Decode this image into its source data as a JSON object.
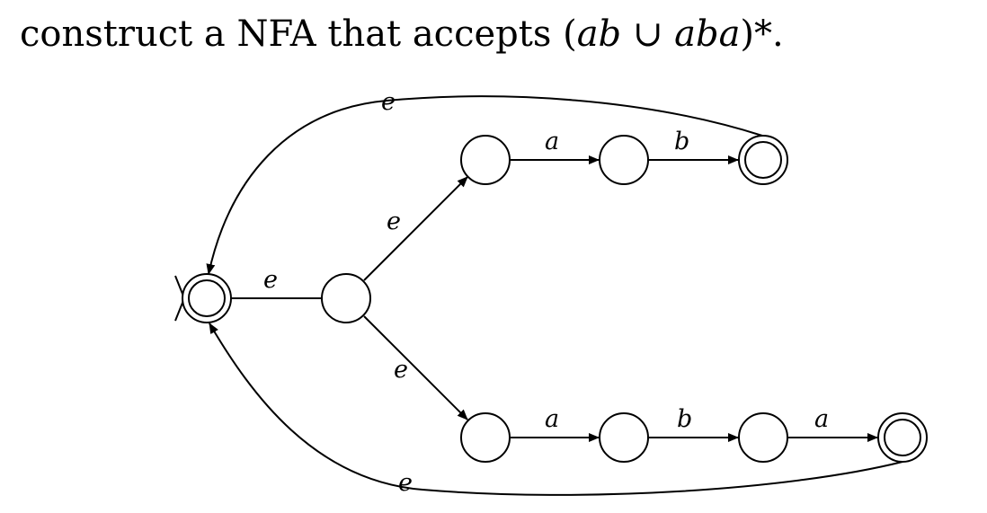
{
  "problem": {
    "prefix": "construct a NFA that accepts ",
    "lparen": "(",
    "term1": "ab",
    "union": "∪",
    "term2": "aba",
    "suffix": ")*."
  },
  "diagram": {
    "labels": {
      "back_top": "e",
      "start_to_hub": "e",
      "hub_to_top": "e",
      "top_a": "a",
      "top_b": "b",
      "hub_to_bottom": "e",
      "bottom_a": "a",
      "bottom_b": "b",
      "bottom_a2": "a",
      "back_bottom": "e"
    }
  }
}
